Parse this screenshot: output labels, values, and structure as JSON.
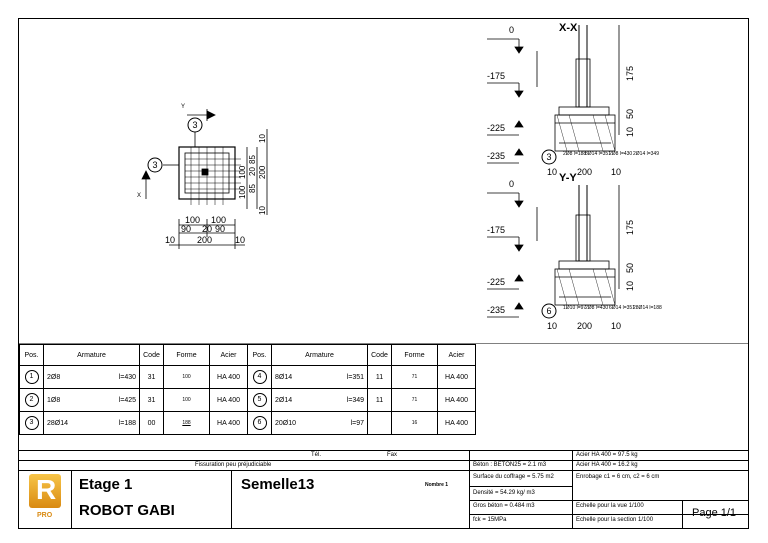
{
  "drawing": {
    "plan": {
      "marker_top": "3",
      "marker_left": "3",
      "axis_y": "Y",
      "axis_x": "X",
      "dims_right": [
        "100",
        "100",
        "85",
        "20",
        "85",
        "200",
        "10",
        "10"
      ],
      "dims_bottom_row1": [
        "100",
        "100"
      ],
      "dims_bottom_row2": [
        "90",
        "20",
        "90"
      ],
      "dims_bottom_row3": [
        "10",
        "200",
        "10"
      ]
    },
    "section_xx": {
      "title": "X-X",
      "levels": [
        "0",
        "-175",
        "-225",
        "-235"
      ],
      "dims": [
        "175",
        "50",
        "10"
      ],
      "labels": [
        "3",
        "2Ø8\nl=188",
        "8Ø14\nl=351",
        "2Ø8\nl=430",
        "2Ø14\nl=349"
      ],
      "bottom_dims": [
        "10",
        "200",
        "10"
      ]
    },
    "section_yy": {
      "title": "Y-Y",
      "levels": [
        "0",
        "-175",
        "-225",
        "-235"
      ],
      "dims": [
        "175",
        "50",
        "10"
      ],
      "labels": [
        "6",
        "1Ø10\nl=97",
        "2Ø8\nl=430",
        "6Ø14\nl=351",
        "28Ø14\nl=188"
      ],
      "bottom_dims": [
        "10",
        "200",
        "10"
      ]
    }
  },
  "bars_table": {
    "headers": [
      "Pos.",
      "Armature",
      "Code",
      "Forme",
      "Acier",
      "Pos.",
      "Armature",
      "Code",
      "Forme",
      "Acier"
    ],
    "left": [
      {
        "pos": "1",
        "arm": "2Ø8",
        "len": "l=430",
        "code": "31",
        "forme": "100",
        "acier": "HA 400"
      },
      {
        "pos": "2",
        "arm": "1Ø8",
        "len": "l=425",
        "code": "31",
        "forme": "100",
        "acier": "HA 400"
      },
      {
        "pos": "3",
        "arm": "28Ø14",
        "len": "l=188",
        "code": "00",
        "forme": "188",
        "acier": "HA 400"
      }
    ],
    "right": [
      {
        "pos": "4",
        "arm": "8Ø14",
        "len": "l=351",
        "code": "11",
        "forme": "71",
        "acier": "HA 400"
      },
      {
        "pos": "5",
        "arm": "2Ø14",
        "len": "l=349",
        "code": "11",
        "forme": "71",
        "acier": "HA 400"
      },
      {
        "pos": "6",
        "arm": "20Ø10",
        "len": "l=97",
        "code": "",
        "forme": "16",
        "acier": "HA 400"
      }
    ]
  },
  "title_block": {
    "tel": "Tél.",
    "fax": "Fax",
    "fissuration": "Fissuration peu préjudiciable",
    "etage": "Etage 1",
    "element": "Semelle13",
    "nombre": "Nombre 1",
    "company": "ROBOT GABI",
    "logo_letter": "R",
    "logo_sub": "PRO",
    "beton": "Béton : BETON25 = 2.1 m3",
    "acier1": "Acier HA 400 = 97.5 kg",
    "acier2": "Acier HA 400 = 16.2 kg",
    "surface": "Surface du coffrage = 5.75 m2",
    "enrobage": "Enrobage  c1 = 6 cm,  c2 = 6 cm",
    "densite": "Densité = 54.29 kg/ m3",
    "gros_beton": "Gros béton = 0.484 m3",
    "fck": "fck = 15MPa",
    "echelle_vue": "Echelle pour la vue 1/100",
    "echelle_section": "Echelle pour la section 1/100",
    "page": "Page 1/1"
  }
}
